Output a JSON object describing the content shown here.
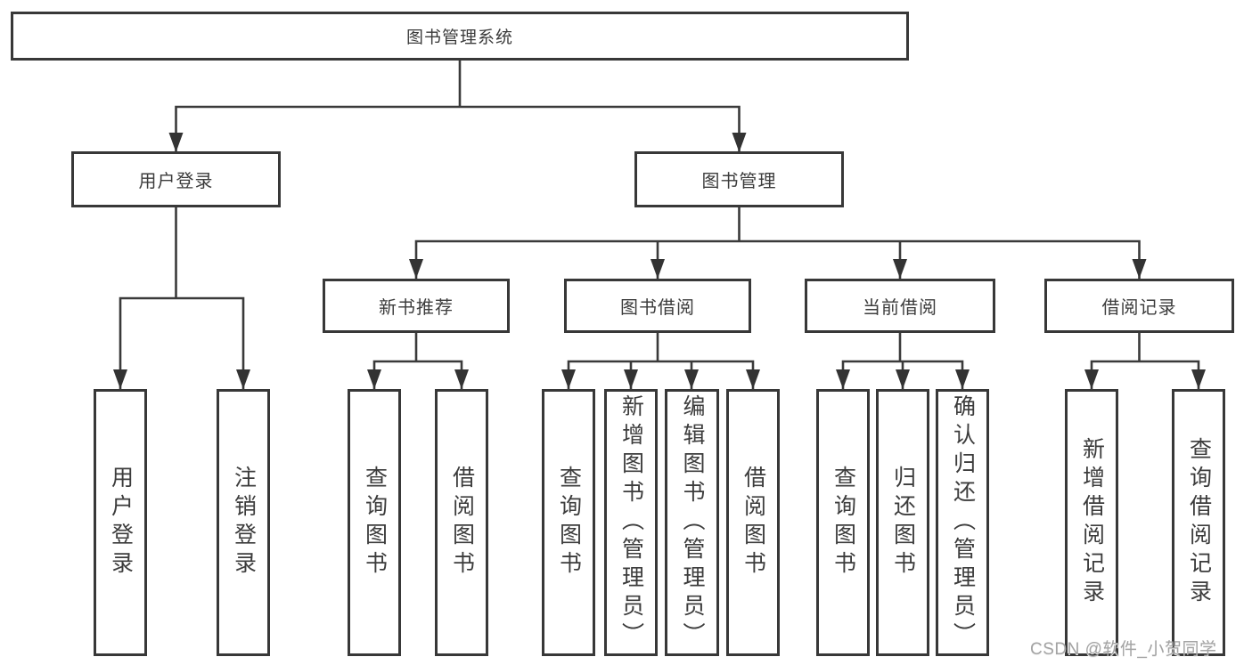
{
  "diagram": {
    "root": "图书管理系统",
    "user_login": {
      "label": "用户登录",
      "children": [
        "用户登录",
        "注销登录"
      ]
    },
    "book_mgmt": {
      "label": "图书管理",
      "modules": [
        {
          "label": "新书推荐",
          "children": [
            "查询图书",
            "借阅图书"
          ]
        },
        {
          "label": "图书借阅",
          "children": [
            "查询图书",
            "新增图书（管理员）",
            "编辑图书（管理员）",
            "借阅图书"
          ]
        },
        {
          "label": "当前借阅",
          "children": [
            "查询图书",
            "归还图书",
            "确认归还（管理员）"
          ]
        },
        {
          "label": "借阅记录",
          "children": [
            "新增借阅记录",
            "查询借阅记录"
          ]
        }
      ]
    },
    "line_color": "#3a3a3a",
    "watermark": "CSDN @软件_小贺同学"
  }
}
